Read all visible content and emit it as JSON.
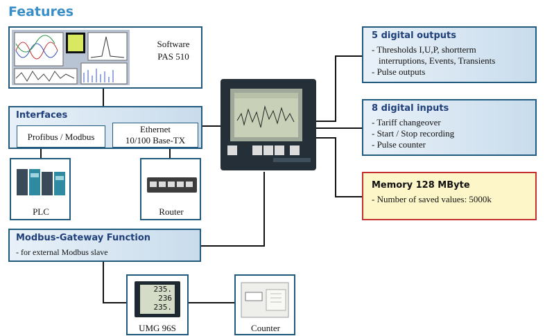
{
  "title": "Features",
  "software": {
    "line1": "Software",
    "line2": "PAS 510"
  },
  "interfaces": {
    "header": "Interfaces",
    "profibus": "Profibus / Modbus",
    "ethernet_line1": "Ethernet",
    "ethernet_line2": "10/100 Base-TX",
    "plc": "PLC",
    "router": "Router"
  },
  "gateway": {
    "header": "Modbus-Gateway Function",
    "item": "-  for external Modbus slave"
  },
  "digital_outputs": {
    "header": "5 digital outputs",
    "items": [
      "-  Thresholds I,U,P, shortterm",
      "interruptions, Events, Transients",
      "-  Pulse outputs"
    ]
  },
  "digital_inputs": {
    "header": "8 digital inputs",
    "items": [
      "-  Tariff changeover",
      "-  Start / Stop recording",
      "-  Pulse counter"
    ]
  },
  "memory": {
    "header": "Memory 128 MByte",
    "item": "-  Number of saved values:  5000k"
  },
  "umg96s": {
    "label": "UMG 96S",
    "display": [
      "235.",
      "236",
      "235."
    ]
  },
  "counter": {
    "label": "Counter"
  },
  "colors": {
    "border": "#1f5a7e",
    "title": "#3a8ec8",
    "memory_border": "#c43030",
    "memory_bg": "#fdf6c8"
  }
}
